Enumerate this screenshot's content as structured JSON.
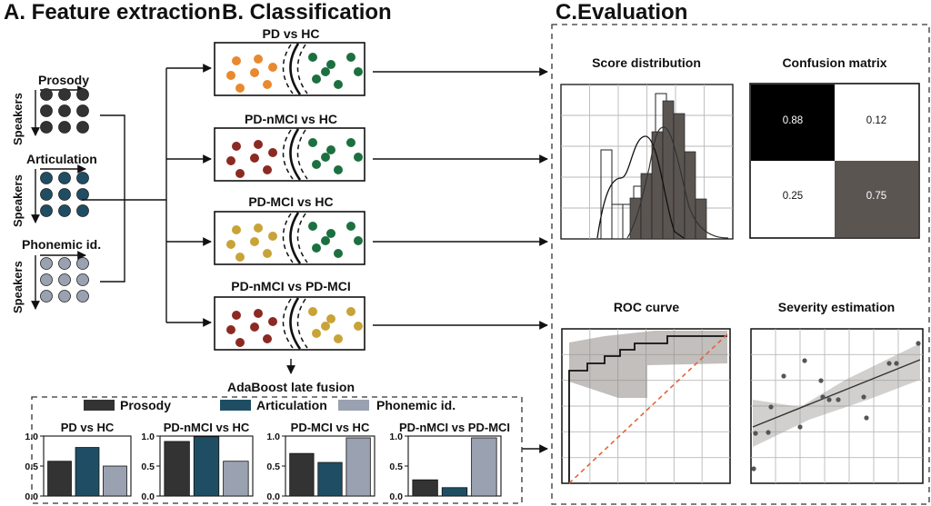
{
  "sections": {
    "feature_extraction": "A. Feature extraction",
    "classification": "B. Classification",
    "evaluation": "C.Evaluation"
  },
  "features": [
    {
      "label": "Prosody",
      "axis": "Speakers",
      "color": "#333333"
    },
    {
      "label": "Articulation",
      "axis": "Speakers",
      "color": "#1f4e64"
    },
    {
      "label": "Phonemic id.",
      "axis": "Speakers",
      "color": "#9aa1b1"
    }
  ],
  "classifiers": [
    {
      "title": "PD vs HC",
      "left_color": "#e8892f",
      "right_color": "#1c7040"
    },
    {
      "title": "PD-nMCI vs HC",
      "left_color": "#8b2a22",
      "right_color": "#1c7040"
    },
    {
      "title": "PD-MCI vs HC",
      "left_color": "#c8a338",
      "right_color": "#1c7040"
    },
    {
      "title": "PD-nMCI vs PD-MCI",
      "left_color": "#8b2a22",
      "right_color": "#c8a338"
    }
  ],
  "fusion": {
    "title": "AdaBoost late fusion",
    "legend": [
      {
        "label": "Prosody",
        "color": "#333333"
      },
      {
        "label": "Articulation",
        "color": "#1f4e64"
      },
      {
        "label": "Phonemic id.",
        "color": "#9aa1b1"
      }
    ],
    "y_ticks": [
      "0.0",
      "0.5",
      "1.0"
    ]
  },
  "chart_data": [
    {
      "type": "bar",
      "title": "PD vs HC",
      "categories": [
        "Prosody",
        "Articulation",
        "Phonemic id."
      ],
      "series": [
        {
          "values": [
            0.58,
            0.81,
            0.5
          ]
        }
      ],
      "ylim": [
        0,
        1
      ]
    },
    {
      "type": "bar",
      "title": "PD-nMCI vs HC",
      "categories": [
        "Prosody",
        "Articulation",
        "Phonemic id."
      ],
      "series": [
        {
          "values": [
            0.91,
            0.99,
            0.58
          ]
        }
      ],
      "ylim": [
        0,
        1
      ]
    },
    {
      "type": "bar",
      "title": "PD-MCI vs HC",
      "categories": [
        "Prosody",
        "Articulation",
        "Phonemic id."
      ],
      "series": [
        {
          "values": [
            0.71,
            0.56,
            0.97
          ]
        }
      ],
      "ylim": [
        0,
        1
      ]
    },
    {
      "type": "bar",
      "title": "PD-nMCI vs PD-MCI",
      "categories": [
        "Prosody",
        "Articulation",
        "Phonemic id."
      ],
      "series": [
        {
          "values": [
            0.27,
            0.14,
            0.97
          ]
        }
      ],
      "ylim": [
        0,
        1
      ]
    }
  ],
  "evaluation": {
    "score_distribution": "Score distribution",
    "confusion_matrix": {
      "title": "Confusion matrix",
      "cells": [
        [
          "0.88",
          "0.12"
        ],
        [
          "0.25",
          "0.75"
        ]
      ],
      "shades": [
        [
          "#000000",
          "#ffffff"
        ],
        [
          "#ffffff",
          "#5b5552"
        ]
      ]
    },
    "roc_curve": "ROC curve",
    "severity_estimation": "Severity estimation"
  },
  "colors": {
    "prosody": "#333333",
    "articulation": "#1f4e64",
    "phonemic": "#9aa1b1",
    "roc_diagonal": "#e2643a",
    "hist_fill": "#5b5552"
  }
}
